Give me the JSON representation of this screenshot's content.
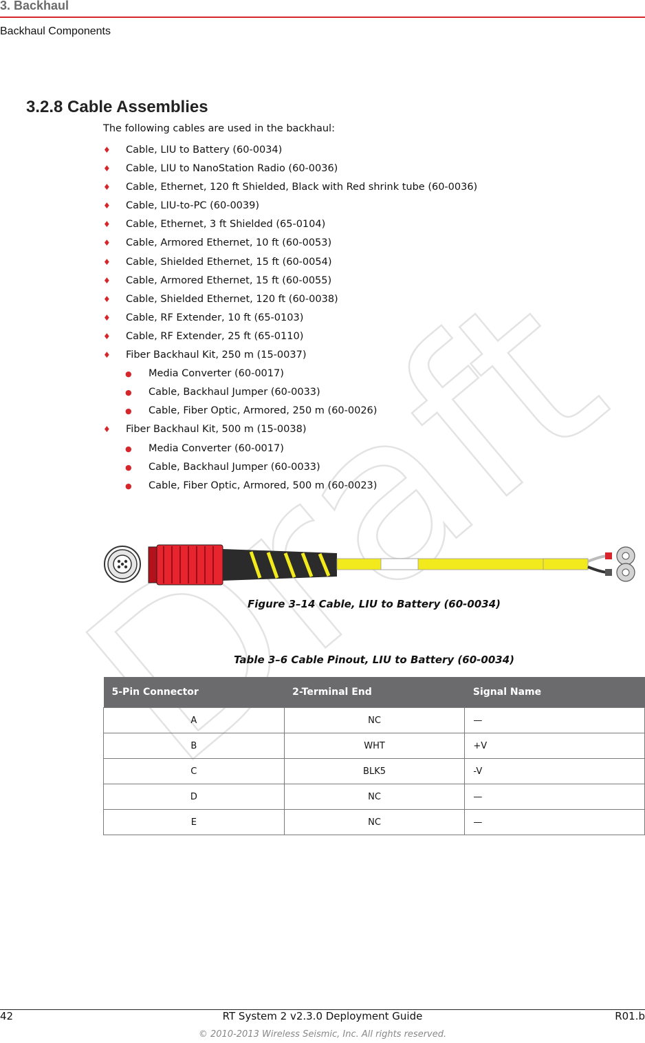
{
  "header": {
    "chapter": "3. Backhaul",
    "section": "Backhaul Components"
  },
  "section": {
    "title": "3.2.8 Cable Assemblies",
    "intro": "The following cables are used in the backhaul:"
  },
  "bullets": [
    {
      "level": 1,
      "text": "Cable, LIU to Battery (60-0034)"
    },
    {
      "level": 1,
      "text": "Cable, LIU to NanoStation Radio (60-0036)"
    },
    {
      "level": 1,
      "text": "Cable, Ethernet, 120 ft Shielded, Black with Red shrink tube (60-0036)"
    },
    {
      "level": 1,
      "text": "Cable, LIU-to-PC (60-0039)"
    },
    {
      "level": 1,
      "text": "Cable, Ethernet, 3 ft Shielded (65-0104)"
    },
    {
      "level": 1,
      "text": "Cable, Armored Ethernet, 10 ft (60-0053)"
    },
    {
      "level": 1,
      "text": "Cable, Shielded Ethernet, 15 ft (60-0054)"
    },
    {
      "level": 1,
      "text": "Cable, Armored Ethernet, 15 ft (60-0055)"
    },
    {
      "level": 1,
      "text": "Cable, Shielded Ethernet, 120 ft (60-0038)"
    },
    {
      "level": 1,
      "text": "Cable, RF Extender, 10 ft (65-0103)"
    },
    {
      "level": 1,
      "text": "Cable, RF Extender, 25 ft (65-0110)"
    },
    {
      "level": 1,
      "text": "Fiber Backhaul Kit, 250 m (15-0037)"
    },
    {
      "level": 2,
      "text": "Media Converter (60-0017)"
    },
    {
      "level": 2,
      "text": "Cable, Backhaul Jumper (60-0033)"
    },
    {
      "level": 2,
      "text": "Cable, Fiber Optic, Armored, 250 m (60-0026)"
    },
    {
      "level": 1,
      "text": "Fiber Backhaul Kit, 500 m (15-0038)"
    },
    {
      "level": 2,
      "text": "Media Converter (60-0017)"
    },
    {
      "level": 2,
      "text": "Cable, Backhaul Jumper (60-0033)"
    },
    {
      "level": 2,
      "text": "Cable, Fiber Optic, Armored, 500 m (60-0023)"
    }
  ],
  "figure": {
    "caption": "Figure 3–14  Cable, LIU to Battery (60-0034)"
  },
  "table": {
    "caption": "Table 3–6  Cable Pinout, LIU to Battery (60-0034)",
    "headers": [
      "5-Pin Connector",
      "2-Terminal End",
      "Signal Name"
    ],
    "rows": [
      [
        "A",
        "NC",
        "—"
      ],
      [
        "B",
        "WHT",
        "+V"
      ],
      [
        "C",
        "BLK5",
        "-V"
      ],
      [
        "D",
        "NC",
        "—"
      ],
      [
        "E",
        "NC",
        "—"
      ]
    ]
  },
  "watermark": "Draft",
  "footer": {
    "page": "42",
    "doc_title": "RT System 2 v2.3.0 Deployment Guide",
    "revision": "R01.b",
    "copyright": "© 2010-2013 Wireless Seismic, Inc. All rights reserved."
  },
  "colors": {
    "accent_red": "#d6262b",
    "table_header": "#6b6b6e",
    "watermark": "#e6e6e6",
    "cable_yellow": "#f2ea1d"
  }
}
